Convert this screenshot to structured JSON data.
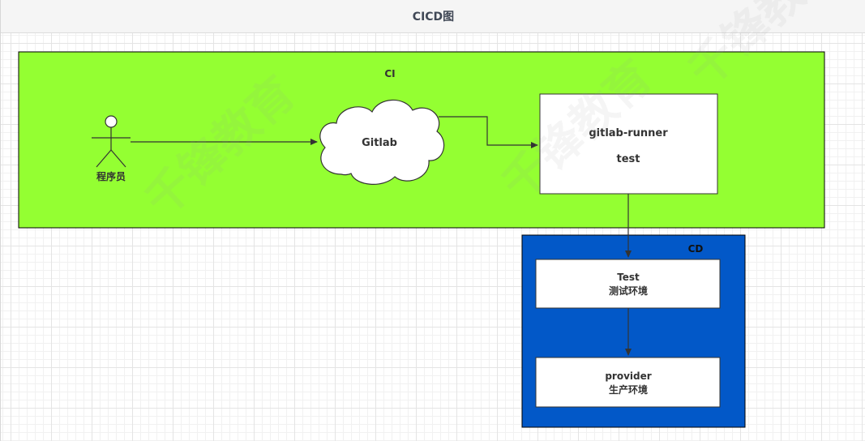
{
  "page": {
    "title": "CICD图"
  },
  "ci": {
    "label": "CI",
    "actor_label": "程序员",
    "gitlab_label": "Gitlab",
    "runner_line1": "gitlab-runner",
    "runner_line2": "test"
  },
  "cd": {
    "label": "CD",
    "test_line1": "Test",
    "test_line2": "测试环境",
    "provider_line1": "provider",
    "provider_line2": "生产环境"
  },
  "colors": {
    "ci_fill": "#94ff32",
    "cd_fill": "#0258c8",
    "box_fill": "#ffffff",
    "stroke": "#333333"
  },
  "watermark": {
    "text": "千锋教育"
  }
}
